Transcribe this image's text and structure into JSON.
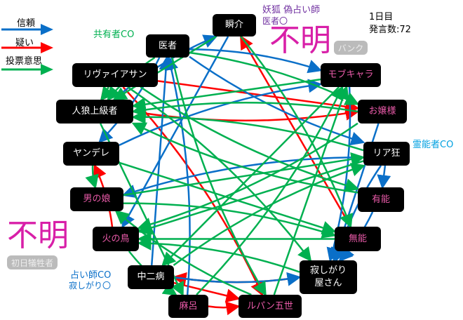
{
  "legend": [
    {
      "label": "信頼",
      "color": "#0a6fc8"
    },
    {
      "label": "疑い",
      "color": "#ff0000"
    },
    {
      "label": "投票意思",
      "color": "#00b050"
    }
  ],
  "status": {
    "day": "1日目",
    "posts": "発言数:72"
  },
  "annotations": {
    "co_share": "共有者CO",
    "fox": "妖狐 偽占い師",
    "fox_sub": "医者〇",
    "medium": "霊能者CO",
    "seer": "占い師CO",
    "seer_sub": "寂しがり〇"
  },
  "unknown": [
    {
      "big": "不明",
      "tag": "バンク"
    },
    {
      "big": "不明",
      "tag": "初日犠牲者"
    }
  ],
  "nodes": [
    {
      "id": "shunsuke",
      "label": "瞬介",
      "pink": false
    },
    {
      "id": "isha",
      "label": "医者",
      "pink": false
    },
    {
      "id": "leviathan",
      "label": "リヴァイアサン",
      "pink": false
    },
    {
      "id": "jinro",
      "label": "人狼上級者",
      "pink": false
    },
    {
      "id": "yandere",
      "label": "ヤンデレ",
      "pink": false
    },
    {
      "id": "otokonoko",
      "label": "男の娘",
      "pink": true
    },
    {
      "id": "hinotori",
      "label": "火の鳥",
      "pink": true
    },
    {
      "id": "chuni",
      "label": "中二病",
      "pink": false
    },
    {
      "id": "maro",
      "label": "麻呂",
      "pink": true
    },
    {
      "id": "lupin",
      "label": "ルパン五世",
      "pink": true
    },
    {
      "id": "sabishi",
      "label": "寂しがり屋さん",
      "pink": false
    },
    {
      "id": "muno",
      "label": "無能",
      "pink": true
    },
    {
      "id": "yuno",
      "label": "有能",
      "pink": true
    },
    {
      "id": "riakyo",
      "label": "リア狂",
      "pink": false
    },
    {
      "id": "ojou",
      "label": "お嬢様",
      "pink": true
    },
    {
      "id": "mob",
      "label": "モブキャラ",
      "pink": true
    }
  ],
  "edges": [
    {
      "from": "leviathan",
      "to": "jinro",
      "type": "doubt"
    },
    {
      "from": "leviathan",
      "to": "ojou",
      "type": "doubt"
    },
    {
      "from": "jinro",
      "to": "ojou",
      "type": "doubt"
    },
    {
      "from": "leviathan",
      "to": "lupin",
      "type": "doubt"
    },
    {
      "from": "muno",
      "to": "shunsuke",
      "type": "doubt"
    },
    {
      "from": "hinotori",
      "to": "yandere",
      "type": "doubt"
    },
    {
      "from": "sabishi",
      "to": "chuni",
      "type": "doubt"
    },
    {
      "from": "chuni",
      "to": "lupin",
      "type": "doubt"
    },
    {
      "from": "maro",
      "to": "lupin",
      "type": "doubt"
    },
    {
      "from": "mob",
      "to": "sabishi",
      "type": "trust"
    },
    {
      "from": "ojou",
      "to": "sabishi",
      "type": "trust"
    },
    {
      "from": "riakyo",
      "to": "sabishi",
      "type": "trust"
    },
    {
      "from": "yuno",
      "to": "sabishi",
      "type": "trust"
    },
    {
      "from": "riakyo",
      "to": "yuno",
      "type": "trust"
    },
    {
      "from": "isha",
      "to": "riakyo",
      "type": "trust"
    },
    {
      "from": "isha",
      "to": "mob",
      "type": "trust"
    },
    {
      "from": "shunsuke",
      "to": "hinotori",
      "type": "trust"
    },
    {
      "from": "riakyo",
      "to": "otokonoko",
      "type": "trust"
    },
    {
      "from": "jinro",
      "to": "shunsuke",
      "type": "trust"
    },
    {
      "from": "chuni",
      "to": "isha",
      "type": "trust"
    },
    {
      "from": "maro",
      "to": "isha",
      "type": "trust"
    },
    {
      "from": "yandere",
      "to": "mob",
      "type": "trust"
    },
    {
      "from": "muno",
      "to": "sabishi",
      "type": "trust"
    },
    {
      "from": "chuni",
      "to": "sabishi",
      "type": "trust"
    },
    {
      "from": "isha",
      "to": "yandere",
      "type": "trust"
    },
    {
      "from": "shunsuke",
      "to": "jinro",
      "type": "vote"
    },
    {
      "from": "isha",
      "to": "jinro",
      "type": "vote"
    },
    {
      "from": "leviathan",
      "to": "jinro",
      "type": "vote"
    },
    {
      "from": "mob",
      "to": "jinro",
      "type": "vote"
    },
    {
      "from": "riakyo",
      "to": "jinro",
      "type": "vote"
    },
    {
      "from": "yuno",
      "to": "jinro",
      "type": "vote"
    },
    {
      "from": "muno",
      "to": "hinotori",
      "type": "vote"
    },
    {
      "from": "sabishi",
      "to": "hinotori",
      "type": "vote"
    },
    {
      "from": "ojou",
      "to": "hinotori",
      "type": "vote"
    },
    {
      "from": "jinro",
      "to": "maro",
      "type": "vote"
    },
    {
      "from": "hinotori",
      "to": "maro",
      "type": "vote"
    },
    {
      "from": "otokonoko",
      "to": "muno",
      "type": "vote"
    },
    {
      "from": "yandere",
      "to": "muno",
      "type": "vote"
    },
    {
      "from": "leviathan",
      "to": "yuno",
      "type": "vote"
    },
    {
      "from": "isha",
      "to": "ojou",
      "type": "vote"
    },
    {
      "from": "lupin",
      "to": "mob",
      "type": "vote"
    },
    {
      "from": "maro",
      "to": "mob",
      "type": "vote"
    },
    {
      "from": "chuni",
      "to": "riakyo",
      "type": "vote"
    },
    {
      "from": "otokonoko",
      "to": "riakyo",
      "type": "vote"
    },
    {
      "from": "yandere",
      "to": "otokonoko",
      "type": "vote"
    },
    {
      "from": "lupin",
      "to": "otokonoko",
      "type": "vote"
    },
    {
      "from": "riakyo",
      "to": "hinotori",
      "type": "vote"
    },
    {
      "from": "isha",
      "to": "lupin",
      "type": "vote"
    },
    {
      "from": "shunsuke",
      "to": "muno",
      "type": "vote"
    },
    {
      "from": "mob",
      "to": "chuni",
      "type": "vote"
    },
    {
      "from": "ojou",
      "to": "jinro",
      "type": "vote"
    },
    {
      "from": "leviathan",
      "to": "sabishi",
      "type": "vote"
    }
  ]
}
